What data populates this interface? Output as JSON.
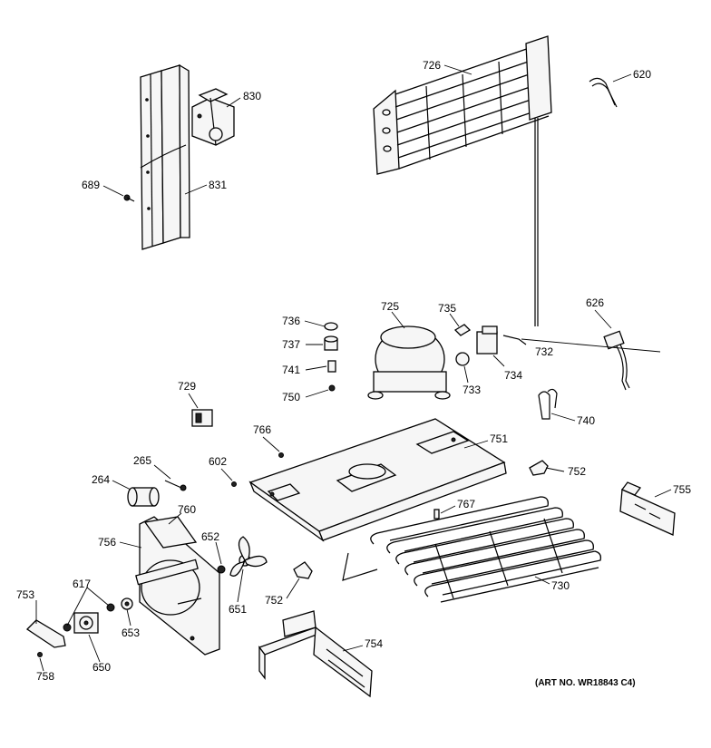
{
  "diagram": {
    "art_number": "(ART NO. WR18843 C4)",
    "callouts": [
      {
        "id": "726",
        "label": "726"
      },
      {
        "id": "620",
        "label": "620"
      },
      {
        "id": "830",
        "label": "830"
      },
      {
        "id": "689",
        "label": "689"
      },
      {
        "id": "831",
        "label": "831"
      },
      {
        "id": "626",
        "label": "626"
      },
      {
        "id": "736",
        "label": "736"
      },
      {
        "id": "725",
        "label": "725"
      },
      {
        "id": "735",
        "label": "735"
      },
      {
        "id": "737",
        "label": "737"
      },
      {
        "id": "732",
        "label": "732"
      },
      {
        "id": "741",
        "label": "741"
      },
      {
        "id": "734",
        "label": "734"
      },
      {
        "id": "733",
        "label": "733"
      },
      {
        "id": "750",
        "label": "750"
      },
      {
        "id": "729",
        "label": "729"
      },
      {
        "id": "740",
        "label": "740"
      },
      {
        "id": "766",
        "label": "766"
      },
      {
        "id": "751",
        "label": "751"
      },
      {
        "id": "265",
        "label": "265"
      },
      {
        "id": "602",
        "label": "602"
      },
      {
        "id": "752a",
        "label": "752"
      },
      {
        "id": "264",
        "label": "264"
      },
      {
        "id": "755",
        "label": "755"
      },
      {
        "id": "767",
        "label": "767"
      },
      {
        "id": "760",
        "label": "760"
      },
      {
        "id": "756",
        "label": "756"
      },
      {
        "id": "652",
        "label": "652"
      },
      {
        "id": "617",
        "label": "617"
      },
      {
        "id": "730",
        "label": "730"
      },
      {
        "id": "753",
        "label": "753"
      },
      {
        "id": "752b",
        "label": "752"
      },
      {
        "id": "651",
        "label": "651"
      },
      {
        "id": "653",
        "label": "653"
      },
      {
        "id": "754",
        "label": "754"
      },
      {
        "id": "758",
        "label": "758"
      },
      {
        "id": "650",
        "label": "650"
      }
    ]
  }
}
